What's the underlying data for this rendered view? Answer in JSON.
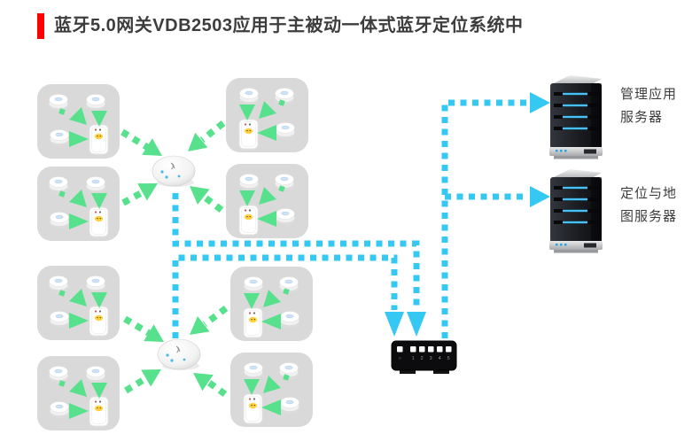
{
  "header": {
    "title": "蓝牙5.0网关VDB2503应用于主被动一体式蓝牙定位系统中"
  },
  "diagram": {
    "servers": [
      {
        "label": "管理应用服务器"
      },
      {
        "label": "定位与地图服务器"
      }
    ],
    "switch": {
      "port_labels": [
        "○",
        "1",
        "2",
        "3",
        "4",
        "5"
      ]
    },
    "colors": {
      "title_accent_red": "#fe0000",
      "bluetooth_signal_green": "#58e18c",
      "network_link_cyan": "#35c8f2",
      "beacon_cluster_gray": "#d9d9d9",
      "server_stripe_blue": "#49c0f5"
    }
  }
}
